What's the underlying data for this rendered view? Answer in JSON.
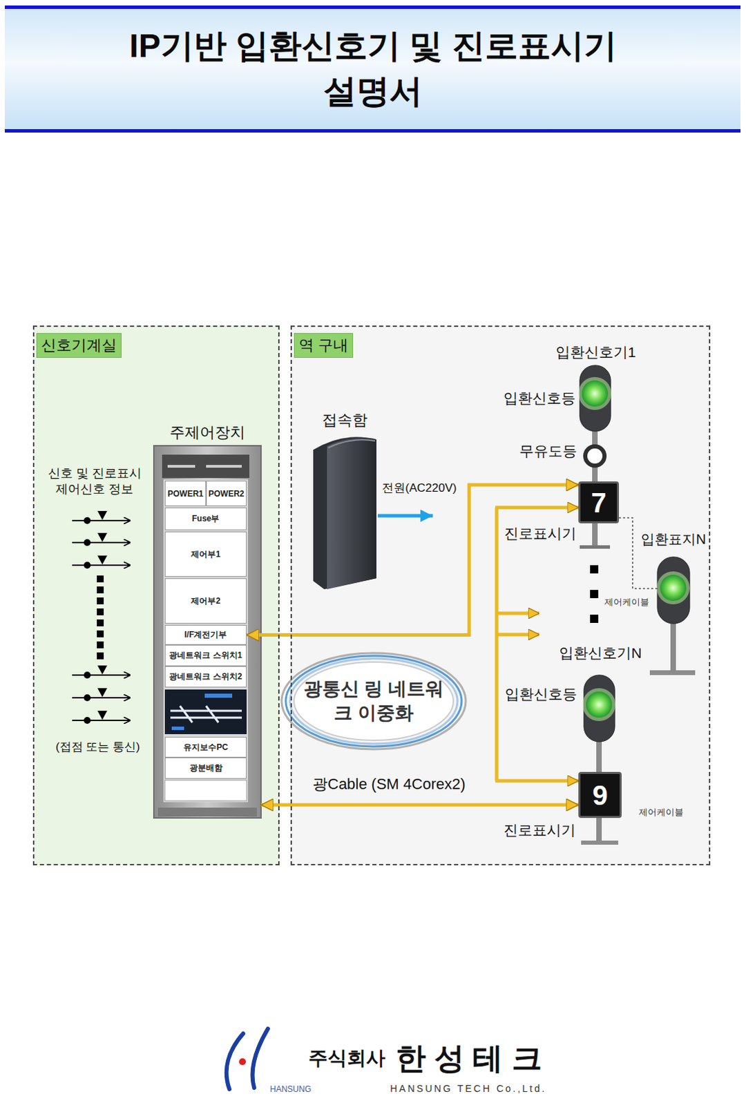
{
  "diagram": {
    "title": "IP기반 입환신호기 및 진로표시기 설명서",
    "nodes": [
      {
        "text": [
          "신호기계실"
        ]
      },
      {
        "text": [
          "역 구내"
        ]
      },
      {
        "text": [
          "주제어장치"
        ],
        "in": 0
      },
      {
        "text": [
          "POWER1"
        ],
        "in": 2
      },
      {
        "text": [
          "POWER2"
        ],
        "in": 2
      },
      {
        "text": [
          "Fuse부"
        ],
        "in": 2
      },
      {
        "text": [
          "제어부1"
        ],
        "in": 2
      },
      {
        "text": [
          "제어부2"
        ],
        "in": 2
      },
      {
        "text": [
          "I/F계전기부"
        ],
        "in": 2
      },
      {
        "text": [
          "광네트워크 스위치1"
        ],
        "in": 2
      },
      {
        "text": [
          "광네트워크 스위치2"
        ],
        "in": 2
      },
      {
        "text": [
          "유지보수PC"
        ],
        "in": 2
      },
      {
        "text": [
          "광분배함"
        ],
        "in": 2
      },
      {
        "text": [
          "접속함"
        ],
        "in": 1
      },
      {
        "text": [
          "광통신 링 네트워크 이중화"
        ]
      },
      {
        "text": [
          "7"
        ],
        "in": 1
      },
      {
        "text": [
          "입환표지N"
        ],
        "in": 1
      },
      {
        "text": [
          "9"
        ],
        "in": 1
      }
    ],
    "edges": [
      {
        "from": 8,
        "to": 15,
        "arrow": "both"
      },
      {
        "from": 2,
        "to": 17,
        "label": "광Cable (SM 4Corex2)",
        "arrow": "both"
      },
      {
        "from": 15,
        "to": 16,
        "label": "제어케이블",
        "arrow": "none"
      }
    ],
    "labels": [
      "신호 및 진로표시 제어신호 정보",
      "(접점 또는 통신)",
      "전원(AC220V)",
      "입환신호기1",
      "입환신호등",
      "무유도등",
      "진로표시기",
      "입환신호기N",
      "입환신호등",
      "진로표시기",
      "제어케이블",
      "HANSUNG",
      "주식회사",
      "한 성 테 크",
      "HANSUNG TECH Co.,Ltd."
    ]
  }
}
